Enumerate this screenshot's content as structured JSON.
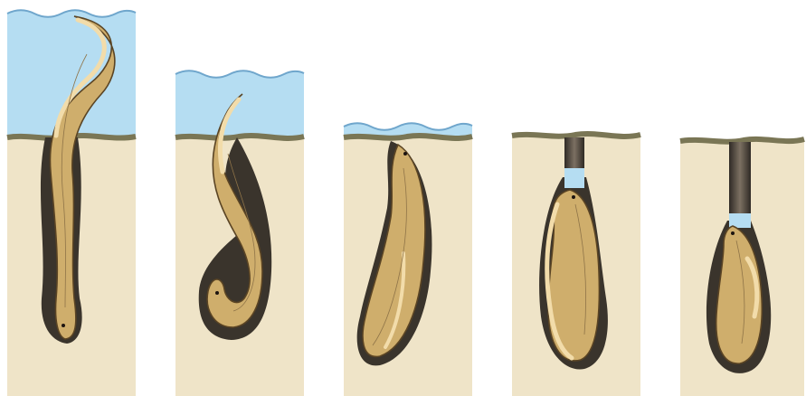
{
  "figure": {
    "description_visible_text": "",
    "panel_count": 5
  },
  "colors": {
    "water": "#b5ddf2",
    "water_line": "#6fa6cc",
    "sand": "#efe4c8",
    "ground_line": "#7a7655",
    "burrow_dark": "#3a342c",
    "tube": "#6a5f52",
    "eel_body": "#cfae6c",
    "eel_belly": "#f2dcaa",
    "eel_outline": "#5a4424",
    "eel_eye": "#1c1410"
  },
  "panels": [
    {
      "name": "panel-1",
      "water": true,
      "eel_visible": "full-descending"
    },
    {
      "name": "panel-2",
      "water": true,
      "eel_visible": "curling-into-burrow"
    },
    {
      "name": "panel-3",
      "water": true,
      "eel_visible": "inside-burrow"
    },
    {
      "name": "panel-4",
      "water": false,
      "eel_visible": "below-tube-with-water-pocket"
    },
    {
      "name": "panel-5",
      "water": false,
      "eel_visible": "deep-in-burrow-with-water-pocket"
    }
  ]
}
